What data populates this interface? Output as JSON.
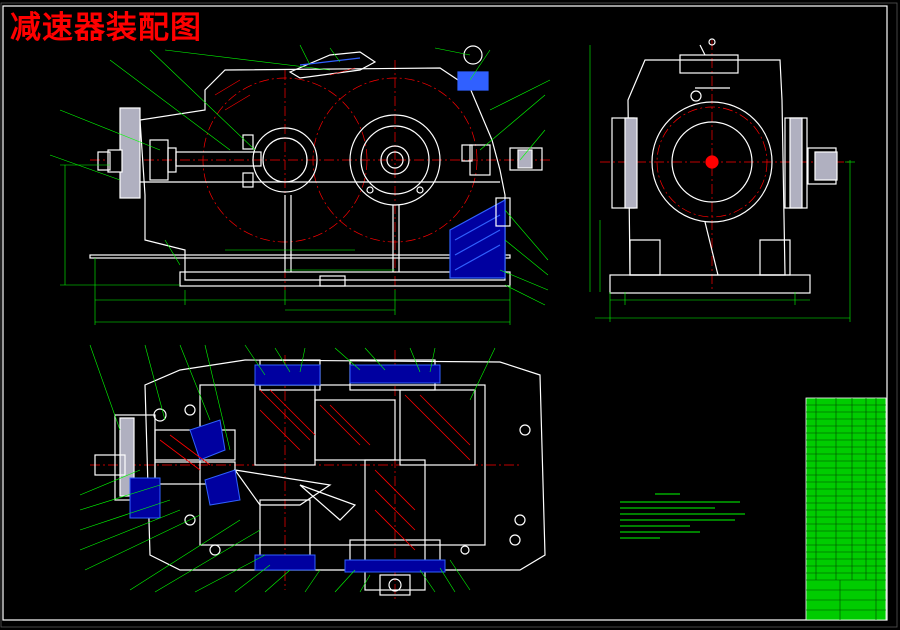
{
  "drawing": {
    "title": "减速器装配图",
    "colors": {
      "background": "#000000",
      "outline": "#ffffff",
      "centerline": "#ff0000",
      "leader": "#00ff00",
      "dimension": "#00ff00",
      "hatch": "#3060ff",
      "hatch_dark": "#0000a0",
      "flange_fill": "#b0b0c0",
      "table_fill": "#00cc00",
      "title": "#ff0000"
    },
    "views": [
      "front-view",
      "side-view",
      "top-section-view"
    ],
    "notes_title": "技术要求"
  }
}
